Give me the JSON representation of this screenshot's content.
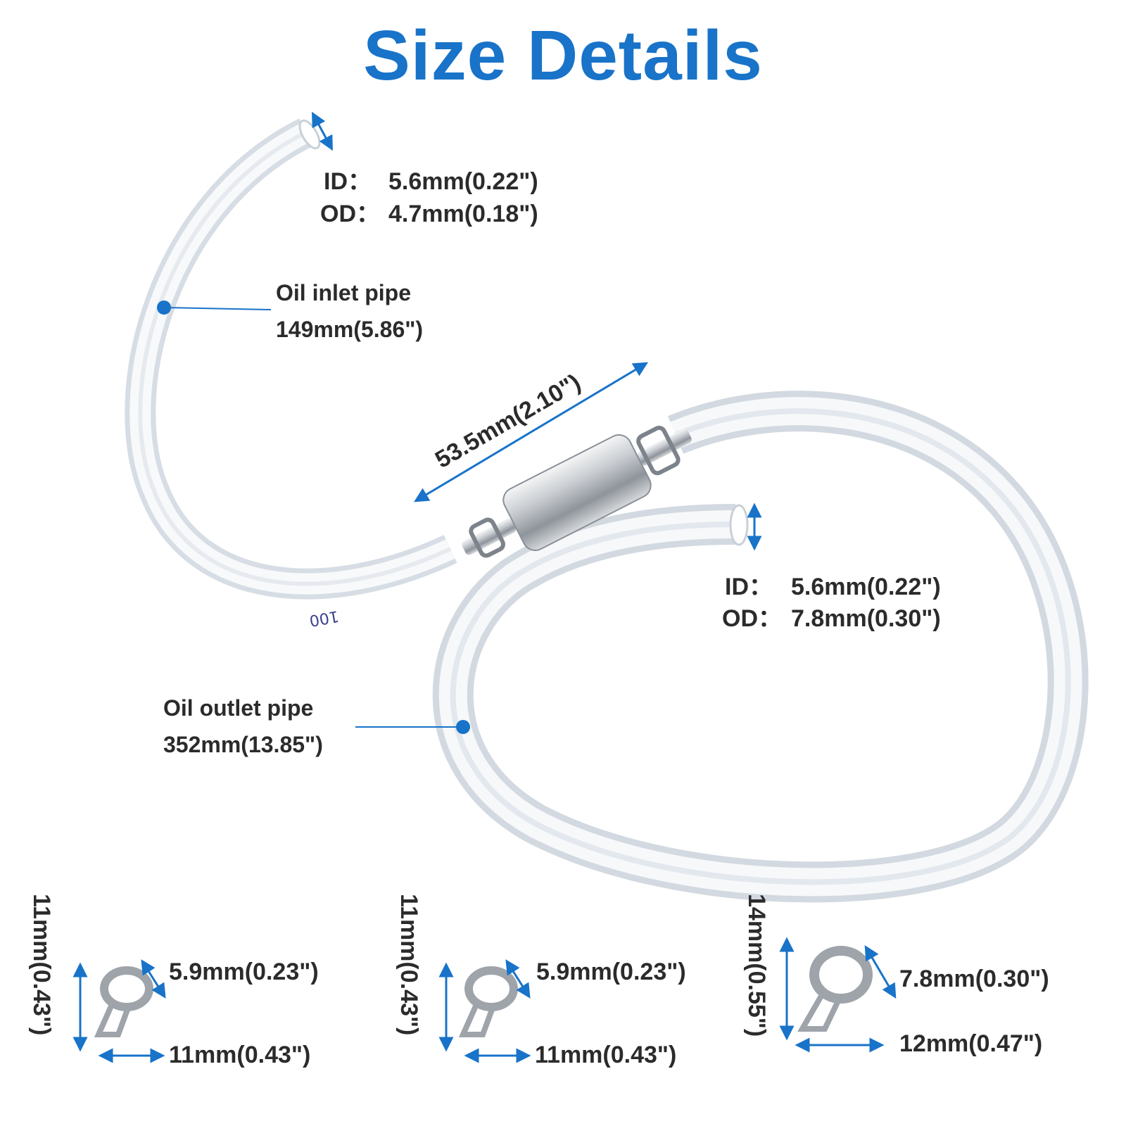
{
  "title": "Size Details",
  "colors": {
    "accent": "#1873c9",
    "text": "#2b2b2b",
    "tube": "#dfe4ea",
    "metal": "#b9bec4"
  },
  "inlet_end": {
    "id_label": "ID：",
    "id_value": "5.6mm(0.22\")",
    "od_label": "OD：",
    "od_value": "4.7mm(0.18\")"
  },
  "outlet_end": {
    "id_label": "ID：",
    "id_value": "5.6mm(0.22\")",
    "od_label": "OD：",
    "od_value": "7.8mm(0.30\")"
  },
  "inlet_pipe": {
    "name": "Oil inlet pipe",
    "length": "149mm(5.86\")"
  },
  "outlet_pipe": {
    "name": "Oil outlet pipe",
    "length": "352mm(13.85\")"
  },
  "filter_length": "53.5mm(2.10\")",
  "clamps": [
    {
      "height": "11mm(0.43\")",
      "inner": "5.9mm(0.23\")",
      "width": "11mm(0.43\")"
    },
    {
      "height": "11mm(0.43\")",
      "inner": "5.9mm(0.23\")",
      "width": "11mm(0.43\")"
    },
    {
      "height": "14mm(0.55\")",
      "inner": "7.8mm(0.30\")",
      "width": "12mm(0.47\")"
    }
  ]
}
